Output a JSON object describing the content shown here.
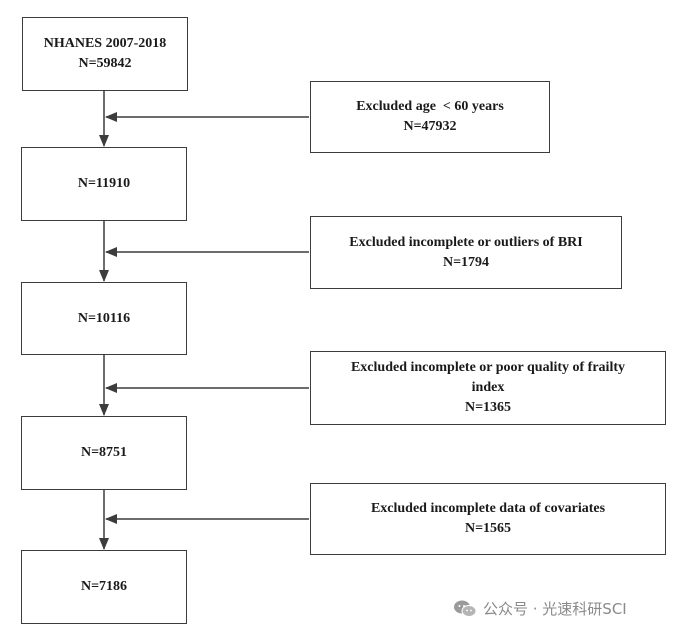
{
  "flowchart": {
    "main": [
      {
        "lines": [
          "NHANES 2007-2018",
          "N=59842"
        ]
      },
      {
        "lines": [
          "N=11910"
        ]
      },
      {
        "lines": [
          "N=10116"
        ]
      },
      {
        "lines": [
          "N=8751"
        ]
      },
      {
        "lines": [
          "N=7186"
        ]
      }
    ],
    "exclusions": [
      {
        "lines": [
          "Excluded age  < 60 years",
          "N=47932"
        ]
      },
      {
        "lines": [
          "Excluded incomplete or outliers of BRI",
          "N=1794"
        ]
      },
      {
        "lines": [
          "Excluded incomplete or poor quality of frailty",
          "index",
          "N=1365"
        ]
      },
      {
        "lines": [
          "Excluded incomplete data of covariates",
          "N=1565"
        ]
      }
    ]
  },
  "watermark": {
    "text": "公众号 · 光速科研SCI",
    "icon": "wechat-icon"
  },
  "colors": {
    "line": "#3c3c3c",
    "text": "#1a1a1a",
    "watermark": "#8a8a8a"
  }
}
